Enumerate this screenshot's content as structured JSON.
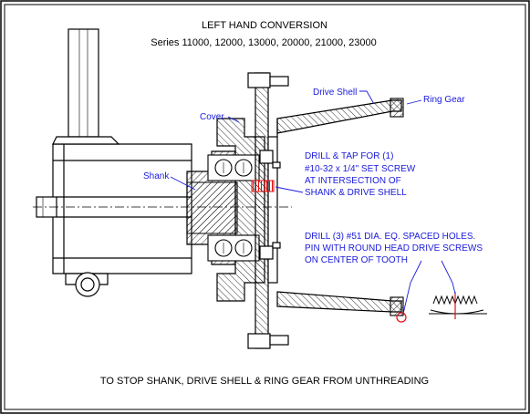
{
  "header": {
    "title": "LEFT HAND CONVERSION",
    "series": "Series 11000, 12000, 13000, 20000, 21000, 23000"
  },
  "callouts": {
    "drive_shell": "Drive Shell",
    "ring_gear": "Ring Gear",
    "cover": "Cover",
    "shank": "Shank"
  },
  "note_tap": {
    "line1": "DRILL & TAP FOR (1)",
    "line2": "#10-32 x 1/4\" SET SCREW",
    "line3": "AT INTERSECTION OF",
    "line4": "SHANK & DRIVE SHELL"
  },
  "note_drill": {
    "line1": "DRILL (3) #51 DIA. EQ. SPACED HOLES.",
    "line2": "PIN WITH ROUND HEAD DRIVE SCREWS",
    "line3": "ON CENTER OF TOOTH"
  },
  "footer": {
    "text": "TO STOP SHANK, DRIVE SHELL & RING GEAR FROM UNTHREADING"
  },
  "colors": {
    "annotation": "#1a1adc",
    "highlight": "#e01010",
    "line": "#000000"
  }
}
